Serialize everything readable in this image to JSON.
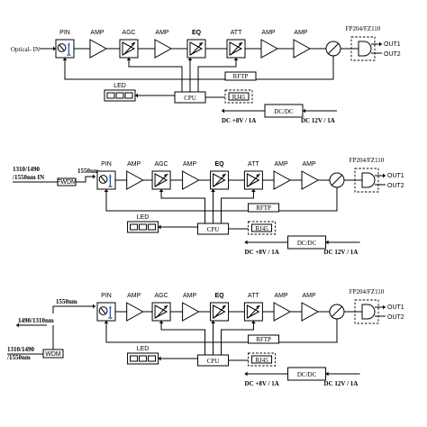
{
  "diagrams": [
    {
      "input_labels": [
        "Optical- IN"
      ],
      "blocks": {
        "pin": "PIN",
        "amp": "AMP",
        "agc": "AGC",
        "eq": "EQ",
        "att": "ATT",
        "fp": "FP204/FZ110",
        "out1": "OUT1",
        "out2": "OUT2",
        "rftp": "RFTP",
        "cpu": "CPU",
        "led": "LED",
        "rj45": "RJ45",
        "dcdc": "DC/DC",
        "dc8": "DC +8V / 1A",
        "dc12": "DC 12V / 1A"
      }
    },
    {
      "input_labels": [
        "1310/1490",
        "/1550nm IN",
        "1550nm",
        "FWDM"
      ],
      "blocks": {
        "pin": "PIN",
        "amp": "AMP",
        "agc": "AGC",
        "eq": "EQ",
        "att": "ATT",
        "fp": "FP204/FZ110",
        "out1": "OUT1",
        "out2": "OUT2",
        "rftp": "RFTP",
        "cpu": "CPU",
        "led": "LED",
        "rj45": "RJ45",
        "dcdc": "DC/DC",
        "dc8": "DC +8V / 1A",
        "dc12": "DC 12V / 1A"
      }
    },
    {
      "input_labels": [
        "1490/1310nm",
        "1550nm",
        "1310/1490",
        "/1550nm",
        "WDM"
      ],
      "blocks": {
        "pin": "PIN",
        "amp": "AMP",
        "agc": "AGC",
        "eq": "EQ",
        "att": "ATT",
        "fp": "FP204/FZ110",
        "out1": "OUT1",
        "out2": "OUT2",
        "rftp": "RFTP",
        "cpu": "CPU",
        "led": "LED",
        "rj45": "RJ45",
        "dcdc": "DC/DC",
        "dc8": "DC +8V / 1A",
        "dc12": "DC 12V / 1A"
      }
    }
  ],
  "colors": {
    "line": "#000000",
    "pin_arrow": "#1f5fbf"
  }
}
